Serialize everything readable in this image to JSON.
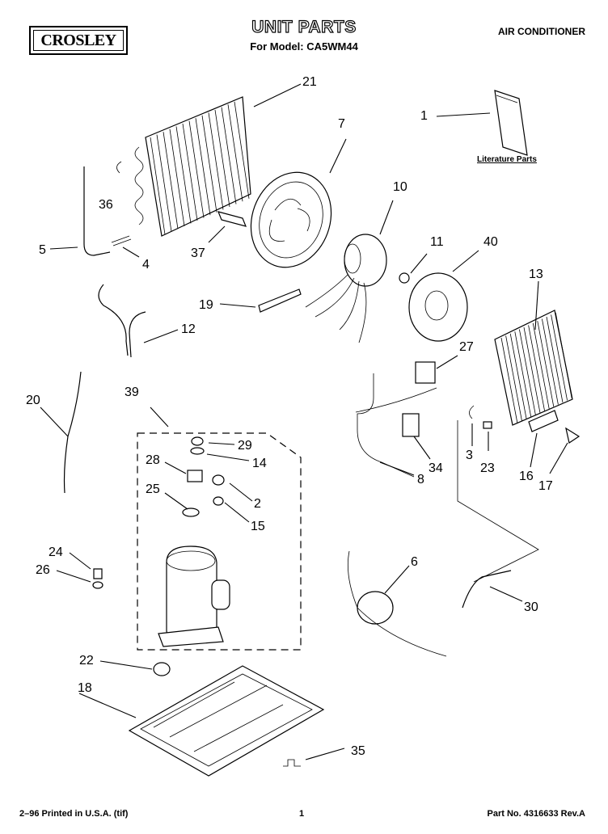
{
  "header": {
    "brand": "CROSLEY",
    "title": "UNIT PARTS",
    "model_line": "For Model: CA5WM44",
    "product_type": "AIR CONDITIONER"
  },
  "literature_caption": "Literature Parts",
  "callouts": [
    "1",
    "2",
    "3",
    "4",
    "5",
    "6",
    "7",
    "8",
    "10",
    "11",
    "12",
    "13",
    "14",
    "15",
    "16",
    "17",
    "18",
    "19",
    "20",
    "21",
    "22",
    "23",
    "24",
    "25",
    "26",
    "27",
    "28",
    "29",
    "30",
    "34",
    "35",
    "36",
    "37",
    "39",
    "40"
  ],
  "footer": {
    "left": "2–96 Printed in U.S.A. (tif)",
    "page": "1",
    "right": "Part No. 4316633 Rev.A"
  }
}
